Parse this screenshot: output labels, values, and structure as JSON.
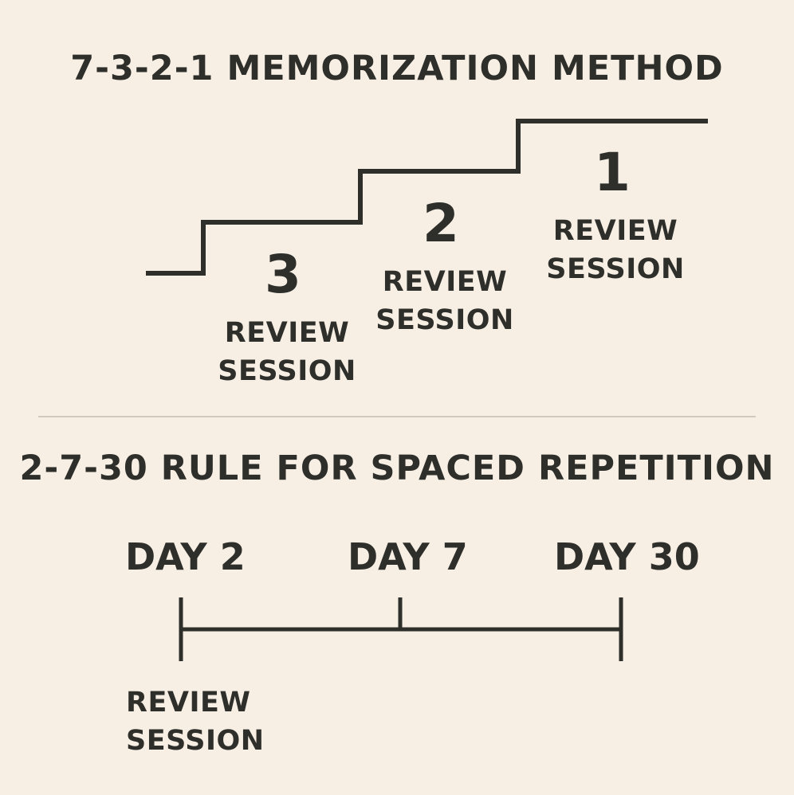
{
  "top_section": {
    "title": "7-3-2-1 MEMORIZATION METHOD",
    "steps": [
      {
        "number": "3",
        "label_line1": "REVIEW",
        "label_line2": "SESSION"
      },
      {
        "number": "2",
        "label_line1": "REVIEW",
        "label_line2": "SESSION"
      },
      {
        "number": "1",
        "label_line1": "REVIEW",
        "label_line2": "SESSION"
      }
    ]
  },
  "bottom_section": {
    "title": "2-7-30 RULE FOR SPACED REPETITION",
    "days": [
      "DAY 2",
      "DAY 7",
      "DAY 30"
    ],
    "label_line1": "REVIEW",
    "label_line2": "SESSION"
  },
  "colors": {
    "background": "#f7efe4",
    "ink": "#2e2e2b",
    "divider": "#cfc9be"
  }
}
